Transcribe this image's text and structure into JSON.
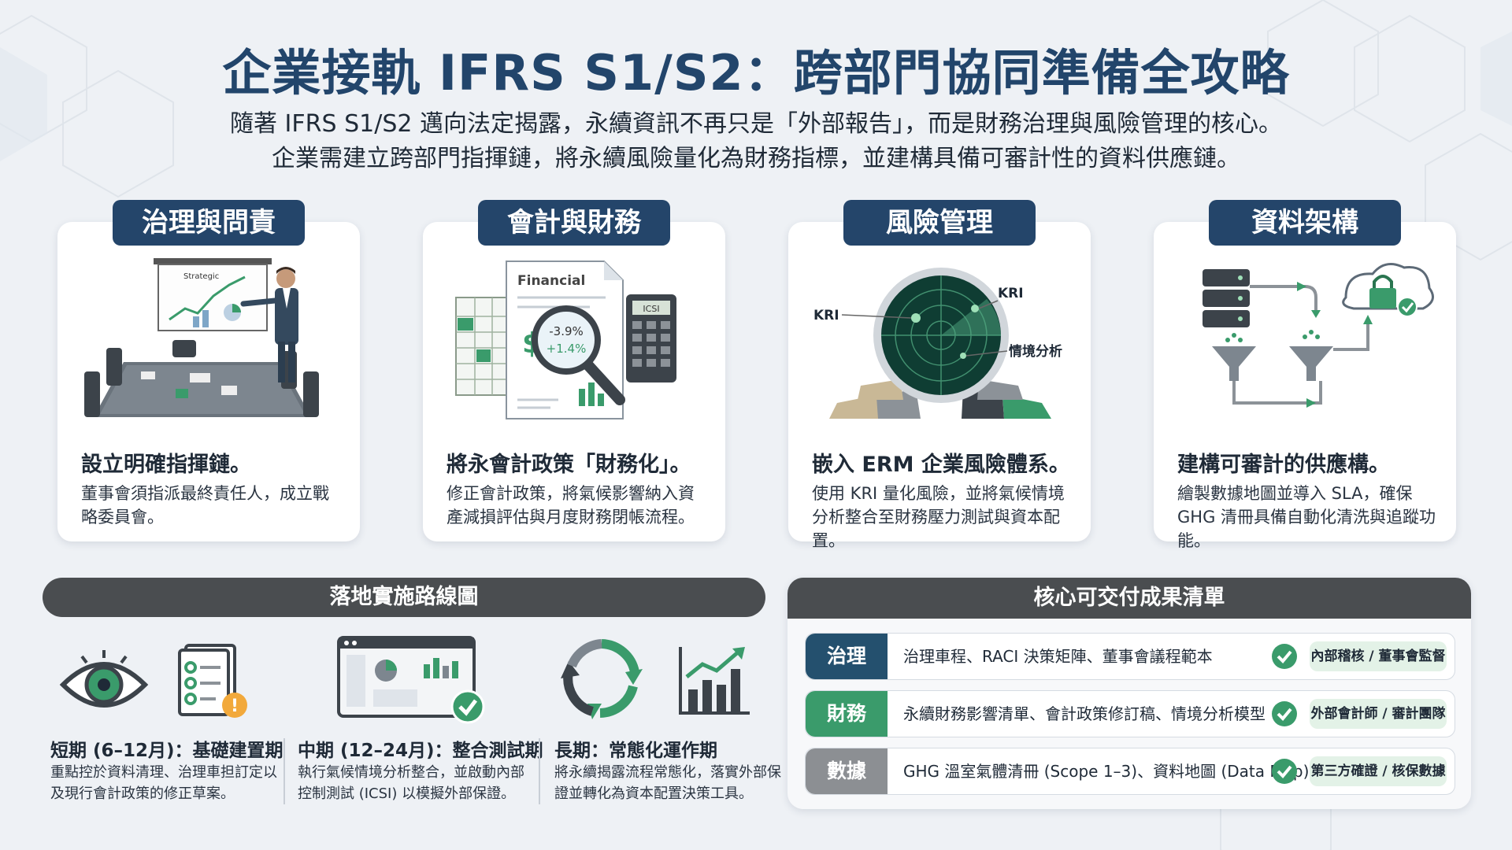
{
  "header": {
    "title": "企業接軌 IFRS S1/S2：跨部門協同準備全攻略",
    "subtitle_line1": "隨著 IFRS S1/S2 邁向法定揭露，永續資訊不再只是「外部報告」，而是財務治理與風險管理的核心。",
    "subtitle_line2": "企業需建立跨部門指揮鏈，將永續風險量化為財務指標，並建構具備可審計性的資料供應鏈。"
  },
  "cards": [
    {
      "tab": "治理與問責",
      "illus_label": "Strategic",
      "heading": "設立明確指揮鏈。",
      "text": "董事會須指派最終責任人，成立戰略委員會。"
    },
    {
      "tab": "會計與財務",
      "illus_label": "Financial",
      "illus_values": [
        "-3.9%",
        "+1.4%"
      ],
      "calc_label": "ICSI",
      "heading": "將永會計政策「財務化」。",
      "text": "修正會計政策，將氣候影響納入資產減損評估與月度財務閉帳流程。"
    },
    {
      "tab": "風險管理",
      "illus_labels": [
        "KRI",
        "KRI",
        "情境分析"
      ],
      "heading": "嵌入 ERM 企業風險體系。",
      "text": "使用 KRI 量化風險，並將氣候情境分析整合至財務壓力測試與資本配置。"
    },
    {
      "tab": "資料架構",
      "heading": "建構可審計的供應構。",
      "text": "繪製數據地圖並導入 SLA，確保 GHG 清冊具備自動化清洗與追蹤功能。"
    }
  ],
  "roadmap": {
    "title": "落地實施路線圖",
    "phases": [
      {
        "title": "短期 (6–12月)：基礎建置期",
        "text": "重點控於資料清理、治理車担訂定以及現行會計政策的修正草案。",
        "icons": [
          "eye-icon",
          "checklist-warning-icon"
        ]
      },
      {
        "title": "中期 (12–24月)：整合測試期",
        "text": "執行氣候情境分析整合，並啟動內部控制測試 (ICSI) 以模擬外部保證。",
        "icons": [
          "dashboard-check-icon"
        ]
      },
      {
        "title": "長期：常態化運作期",
        "text": "將永續揭露流程常態化，落實外部保證並轉化為資本配置決策工具。",
        "icons": [
          "cycle-arrows-icon",
          "growth-chart-icon"
        ]
      }
    ]
  },
  "deliverables": {
    "title": "核心可交付成果清單",
    "rows": [
      {
        "tag": "治理",
        "color": "#24506e",
        "text": "治理車程、RACI 決策矩陣、董事會議程範本",
        "badge": "內部稽核 / 董事會監督"
      },
      {
        "tag": "財務",
        "color": "#3a9b6b",
        "text": "永續財務影響清單、會計政策修訂稿、情境分析模型",
        "badge": "外部會計師 / 審計團隊"
      },
      {
        "tag": "數據",
        "color": "#8c8f93",
        "text": "GHG 溫室氣體清冊 (Scope 1–3)、資料地圖 (Data Map)",
        "badge": "第三方確證 / 核保數據"
      }
    ]
  },
  "colors": {
    "navy": "#24456a",
    "green": "#3a9b6b",
    "gray_bar": "#4a4d50",
    "background": "#eef1f5"
  }
}
